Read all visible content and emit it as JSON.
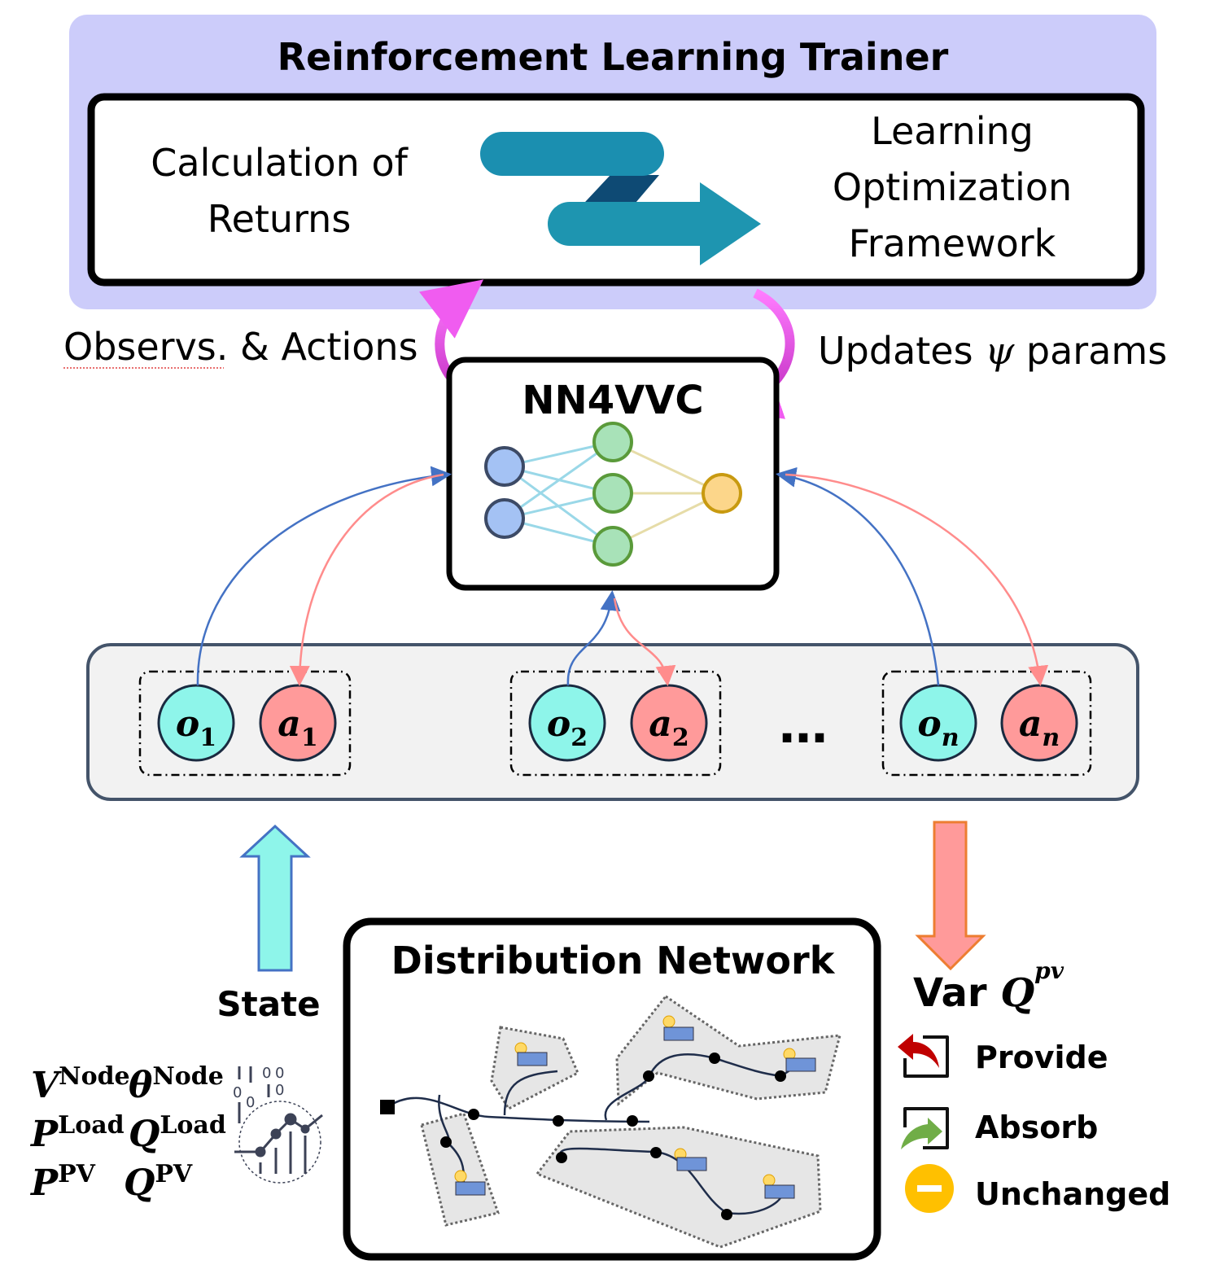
{
  "trainer": {
    "title": "Reinforcement Learning Trainer",
    "left_line1": "Calculation of",
    "left_line2": "Returns",
    "right_line1": "Learning",
    "right_line2": "Optimization",
    "right_line3": "Framework"
  },
  "labels": {
    "observs_actions": "Observs. & Actions",
    "updates_prefix": "Updates",
    "updates_symbol": "ψ",
    "updates_suffix": "params"
  },
  "nn": {
    "title": "NN4VVC"
  },
  "agents": [
    {
      "obs": "o",
      "act": "a",
      "sub": "1"
    },
    {
      "obs": "o",
      "act": "a",
      "sub": "2"
    },
    {
      "obs": "o",
      "act": "a",
      "sub": "n"
    }
  ],
  "ellipsis": "…",
  "state": {
    "label": "State",
    "vars": [
      {
        "base": "V",
        "sup": "Node"
      },
      {
        "base": "θ",
        "sup": "Node"
      },
      {
        "base": "P",
        "sup": "Load"
      },
      {
        "base": "Q",
        "sup": "Load"
      },
      {
        "base": "P",
        "sup": "PV"
      },
      {
        "base": "Q",
        "sup": "PV"
      }
    ],
    "data_icon_digits": [
      "0",
      "0",
      "0",
      "0",
      "0"
    ]
  },
  "network": {
    "title": "Distribution Network"
  },
  "action": {
    "label_prefix": "Var",
    "label_base": "Q",
    "label_sup": "pv",
    "legend": [
      {
        "label": "Provide",
        "icon": "provide-arrow-icon",
        "color": "#c00000"
      },
      {
        "label": "Absorb",
        "icon": "absorb-arrow-icon",
        "color": "#70ad47"
      },
      {
        "label": "Unchanged",
        "icon": "unchanged-minus-icon",
        "color": "#ffc000"
      }
    ]
  },
  "colors": {
    "trainer_bg": "#ccccfa",
    "obs": "#8ef5ea",
    "act": "#ff9a9a",
    "blue_link": "#4472c4",
    "pink_link": "#ff8c8c",
    "magenta_arrow": "#e64ee6"
  }
}
